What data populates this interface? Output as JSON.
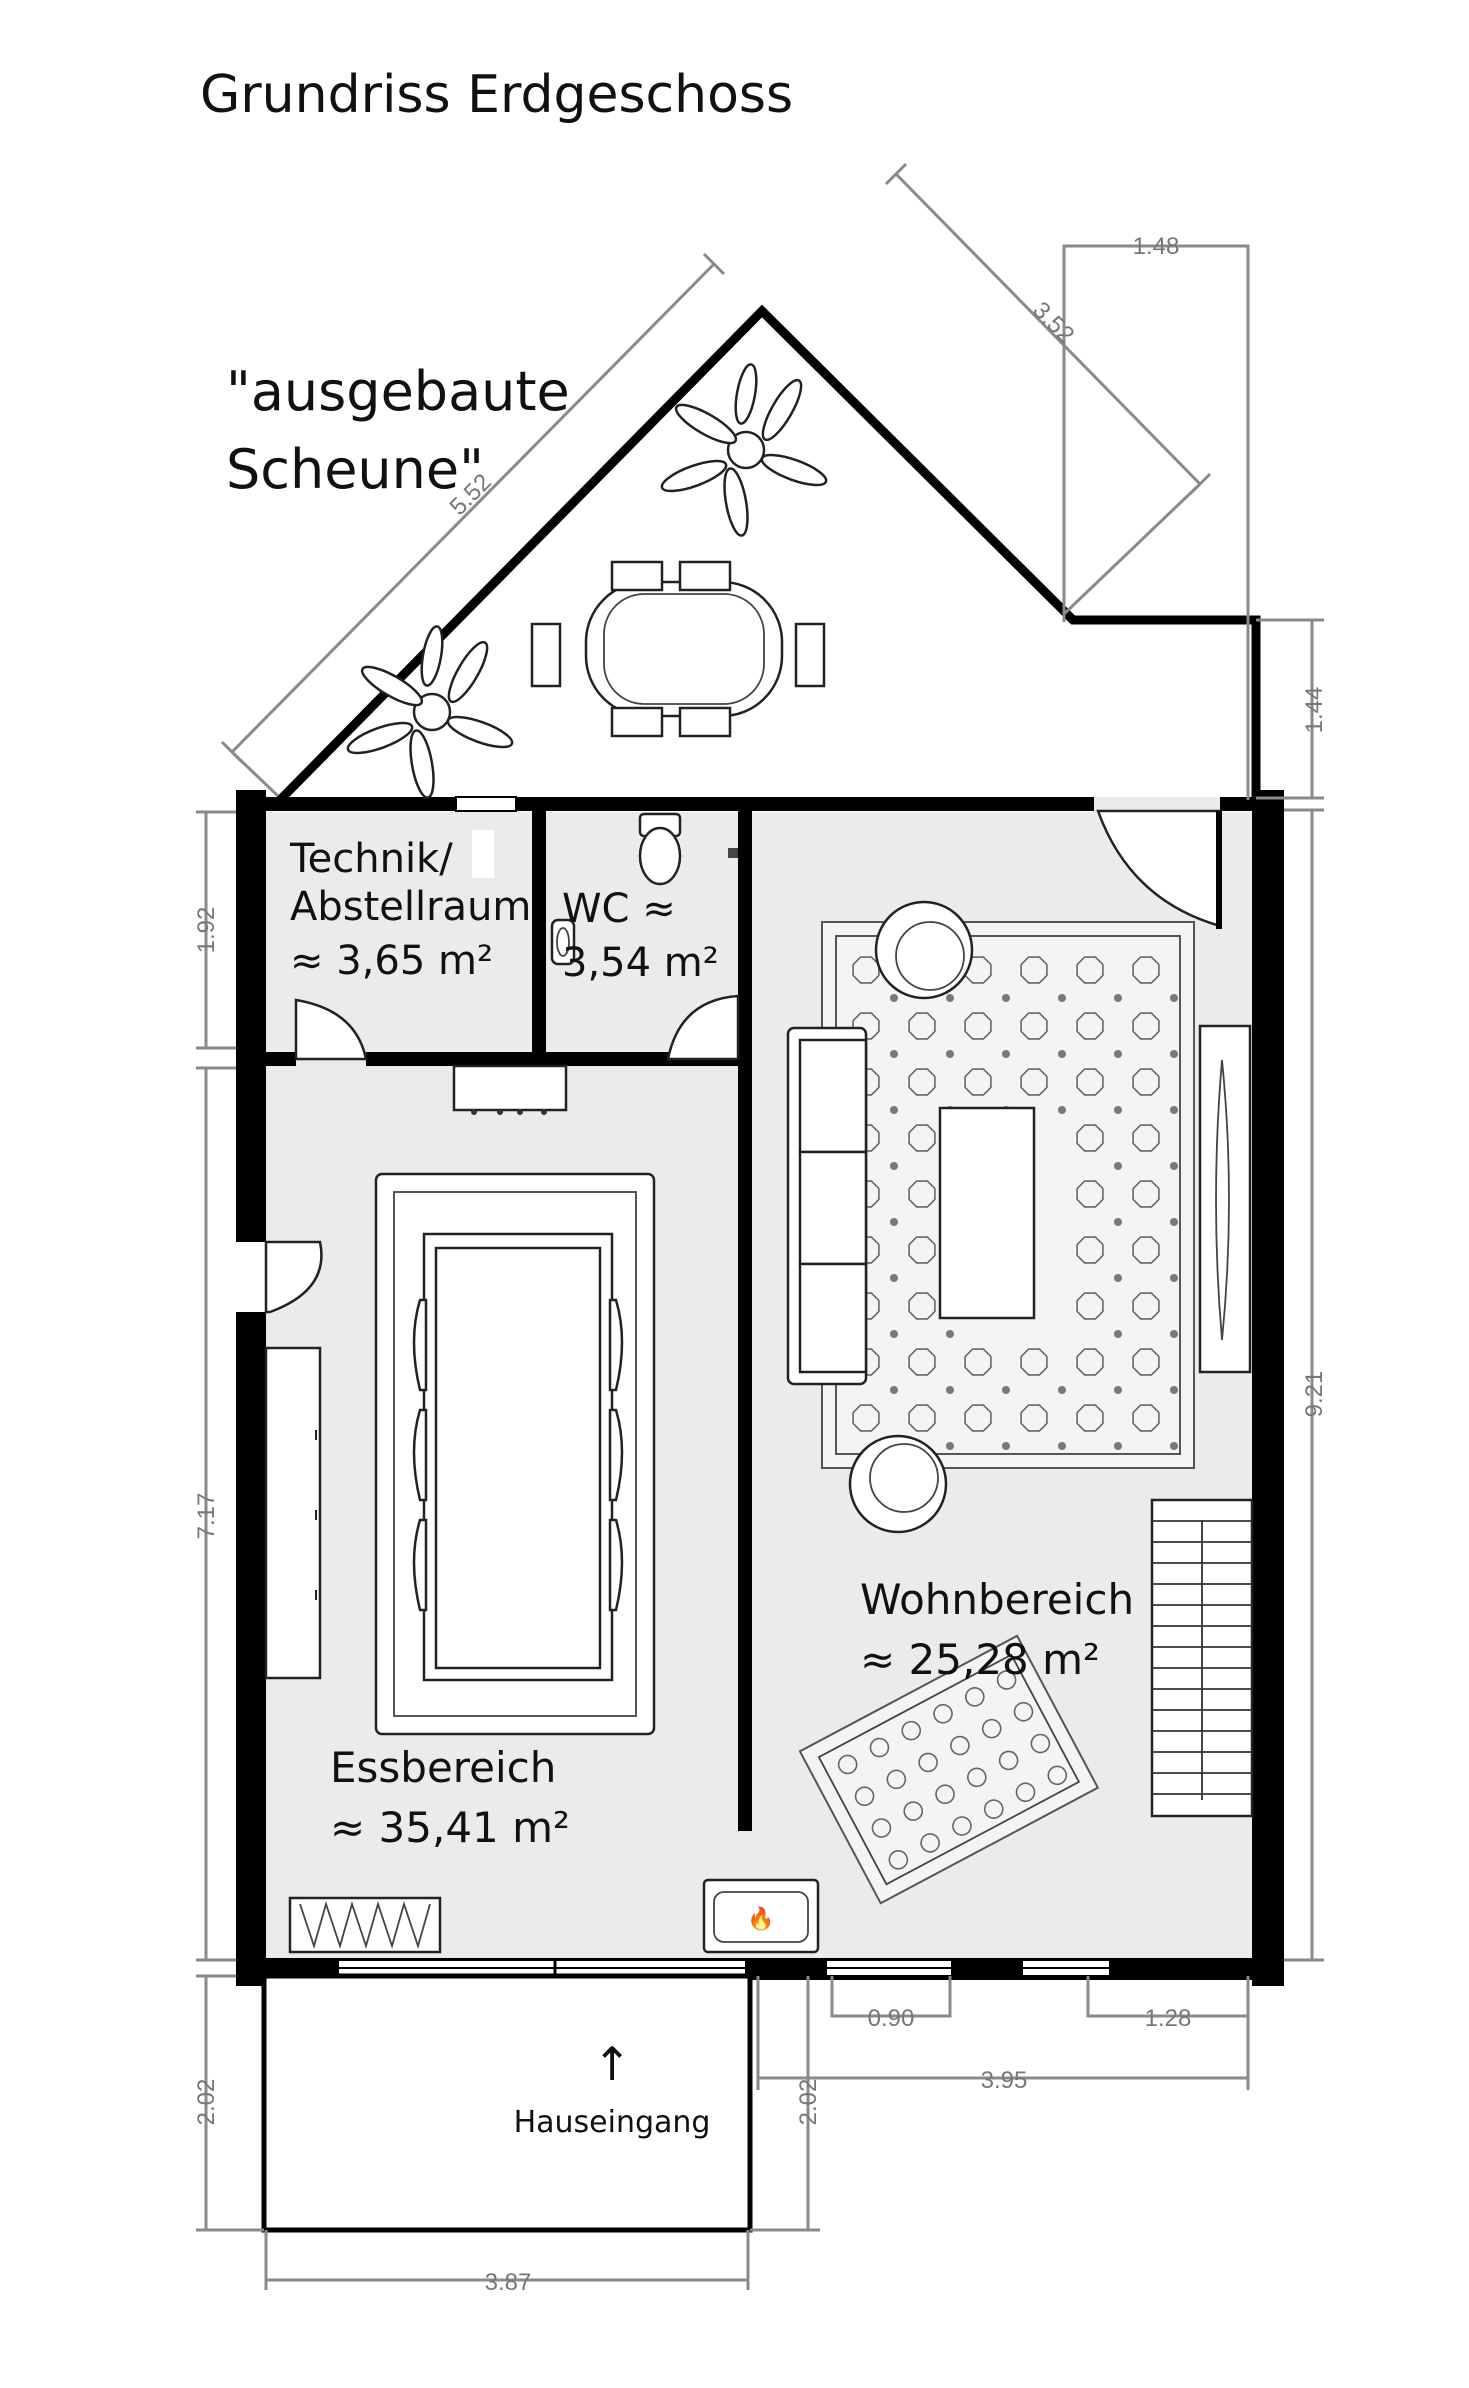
{
  "title": "Grundriss Erdgeschoss",
  "annotation": {
    "line1": "\"ausgebaute",
    "line2": "Scheune\""
  },
  "rooms": {
    "technik": {
      "line1": "Technik/",
      "line2": "Abstellraum",
      "area": "≈ 3,65 m²"
    },
    "wc": {
      "line1": "WC ≈",
      "area": "3,54 m²"
    },
    "wohnbereich": {
      "name": "Wohnbereich",
      "area": "≈ 25,28 m²"
    },
    "essbereich": {
      "name": "Essbereich",
      "area": "≈ 35,41 m²"
    }
  },
  "entrance": {
    "arrow": "↑",
    "label": "Hauseingang"
  },
  "dimensions": {
    "top_right_width": "1.48",
    "roof_right": "3.52",
    "roof_left": "5.52",
    "right_upper": "1.44",
    "left_technik": "1.92",
    "left_main": "7.17",
    "right_main": "9.21",
    "window_1": "0.90",
    "window_2": "1.28",
    "front_width": "3.95",
    "porch_left": "2.02",
    "porch_right": "2.02",
    "porch_width": "3.87"
  },
  "icons": {
    "plants": "potted-plant-icon",
    "fireplace": "flame-icon"
  }
}
